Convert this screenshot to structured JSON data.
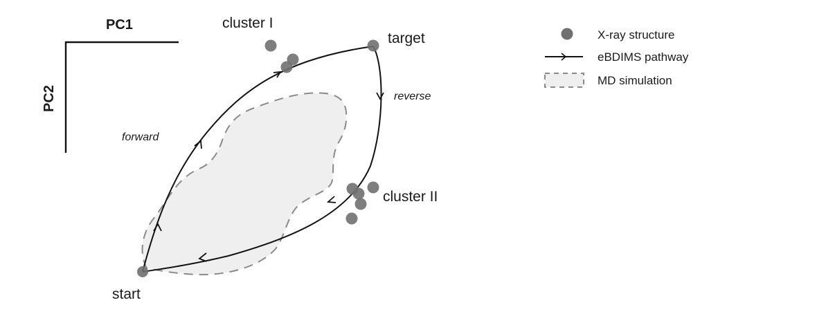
{
  "diagram": {
    "axes": {
      "x_label": "PC1",
      "y_label": "PC2"
    },
    "points": {
      "start": "start",
      "target": "target",
      "cluster_1": "cluster I",
      "cluster_2": "cluster II"
    },
    "directions": {
      "forward": "forward",
      "reverse": "reverse"
    },
    "legend": [
      {
        "key": "xray",
        "label": "X-ray structure",
        "icon": "filled-circle-icon"
      },
      {
        "key": "ebdims",
        "label": "eBDIMS pathway",
        "icon": "arrow-line-icon"
      },
      {
        "key": "md",
        "label": "MD simulation",
        "icon": "dashed-region-icon"
      }
    ],
    "colors": {
      "point": "#707070",
      "path": "#111111",
      "md_fill": "#efefef",
      "md_stroke": "#8a8a8a"
    }
  }
}
